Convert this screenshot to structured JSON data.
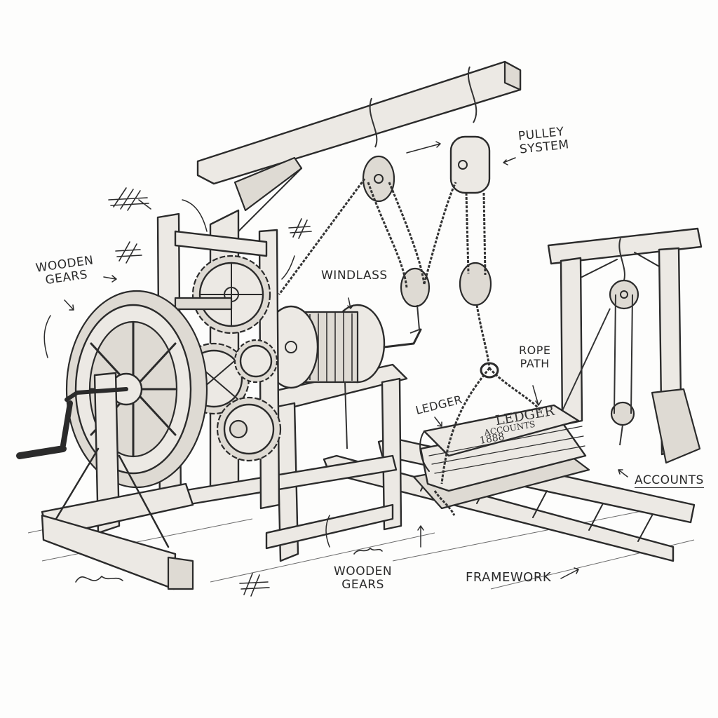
{
  "labels": {
    "wooden_gears_left": "WOODEN\nGEARS",
    "windlass": "WINDLASS",
    "pulley_system": "PULLEY\nSYSTEM",
    "rope_path": "ROPE\nPATH",
    "ledger": "LEDGER",
    "accounts": "ACCOUNTS",
    "wooden_gears_bottom": "WOODEN\nGEARS",
    "framework": "FRAMEWORK"
  },
  "book": {
    "title": "LEDGER",
    "subtitle": "ACCOUNTS",
    "year": "1888"
  }
}
